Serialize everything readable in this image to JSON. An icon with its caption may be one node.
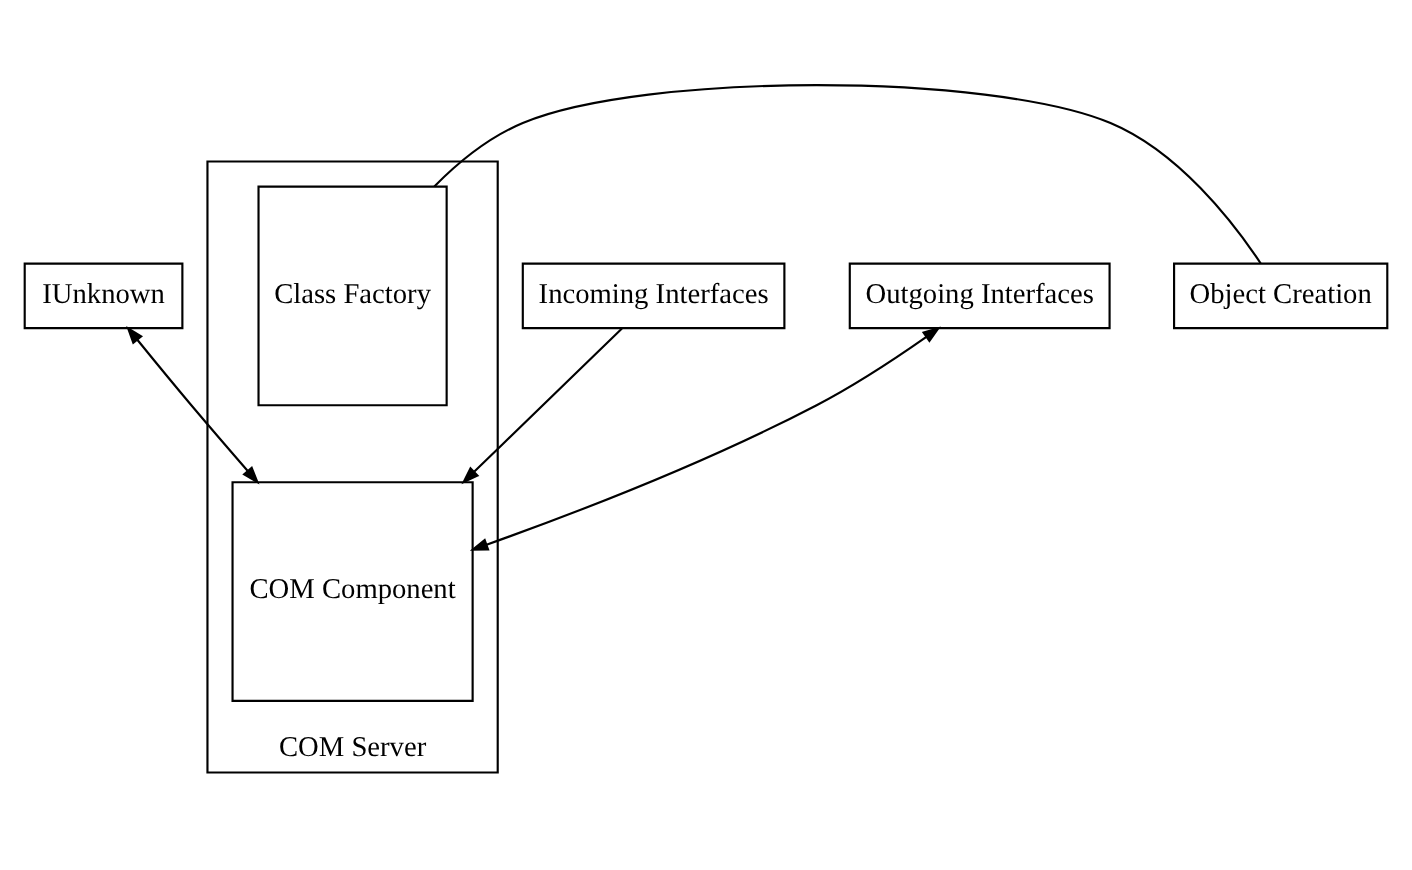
{
  "diagram": {
    "nodes": [
      {
        "text": [
          "IUnknown"
        ]
      },
      {
        "text": [
          "Incoming Interfaces"
        ]
      },
      {
        "text": [
          "Outgoing Interfaces"
        ]
      },
      {
        "text": [
          "COM Server"
        ]
      },
      {
        "text": [
          "COM Component"
        ],
        "in": 3
      },
      {
        "text": [
          "Class Factory"
        ],
        "in": 3
      },
      {
        "text": [
          "Object Creation"
        ]
      }
    ],
    "edges": [
      {
        "from": 1,
        "to": 4,
        "arrow": "to"
      },
      {
        "from": 4,
        "to": 0,
        "arrow": "both"
      },
      {
        "from": 4,
        "to": 2,
        "arrow": "both"
      },
      {
        "from": 5,
        "to": 6,
        "arrow": "none"
      }
    ]
  }
}
